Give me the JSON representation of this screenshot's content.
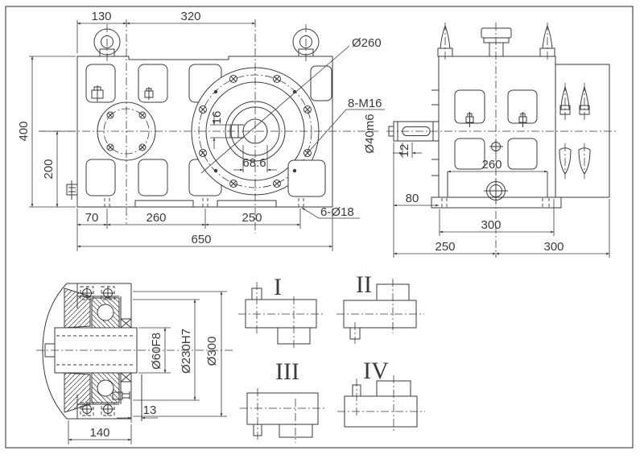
{
  "colors": {
    "line": "#3a3a3a",
    "background": "#ffffff"
  },
  "front_view": {
    "dim_width_130": "130",
    "dim_width_320": "320",
    "dim_height_400": "400",
    "dim_height_200": "200",
    "dim_foot_70": "70",
    "dim_foot_260": "260",
    "dim_foot_250": "250",
    "dim_total_650": "650",
    "label_flange_dia": "Ø260",
    "label_bolt_circle": "8-M16",
    "label_foot_holes": "6-Ø18",
    "dim_keyway_width": "16",
    "dim_bore_keyway": "68.6"
  },
  "side_view": {
    "label_shaft_dia": "Ø40m6",
    "dim_key_width": "12",
    "dim_shaft_len_80": "80",
    "dim_base_260": "260",
    "dim_base_300": "300",
    "dim_bottom_250": "250",
    "dim_bottom_300": "300"
  },
  "section_view": {
    "label_bore_dia": "Ø60F8",
    "label_spigot_dia": "Ø230H7",
    "label_flange_dia": "Ø300",
    "dim_plate_13": "13",
    "dim_width_140": "140"
  },
  "variants": {
    "v1": "I",
    "v2": "II",
    "v3": "III",
    "v4": "IV"
  }
}
